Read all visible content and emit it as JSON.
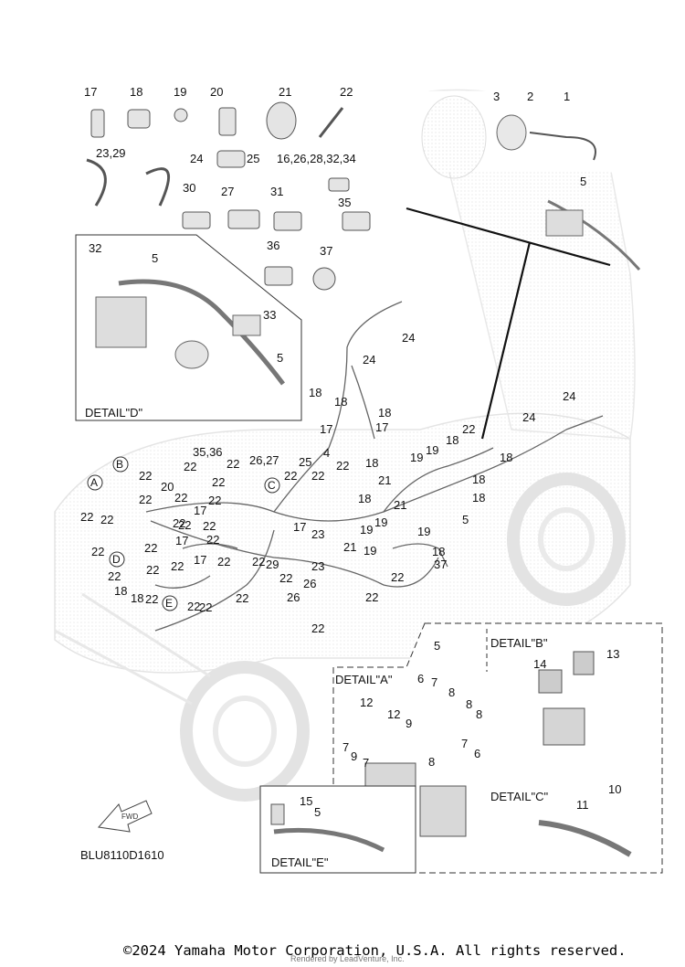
{
  "diagram_code": "BLU8110D1610",
  "copyright": "©2024 Yamaha Motor Corporation, U.S.A. All rights reserved.",
  "watermark": "Rendered by LeadVenture, Inc.",
  "fwd_label": "FWD",
  "detail_labels": {
    "a": "DETAIL\"A\"",
    "b": "DETAIL\"B\"",
    "c": "DETAIL\"C\"",
    "d": "DETAIL\"D\"",
    "e": "DETAIL\"E\""
  },
  "circle_refs": [
    "A",
    "B",
    "C",
    "D",
    "E"
  ],
  "callouts": [
    "17",
    "18",
    "19",
    "20",
    "21",
    "22",
    "23,29",
    "24",
    "25",
    "16,26,28,32,34",
    "30",
    "27",
    "31",
    "35",
    "36",
    "37",
    "3",
    "2",
    "1",
    "5",
    "32",
    "5",
    "33",
    "5",
    "24",
    "24",
    "18",
    "18",
    "18",
    "17",
    "17",
    "18",
    "22",
    "18",
    "19",
    "19",
    "18",
    "18",
    "18",
    "24",
    "24",
    "35,36",
    "26,27",
    "25",
    "4",
    "22",
    "22",
    "22",
    "22",
    "20",
    "22",
    "22",
    "22",
    "22",
    "17",
    "22",
    "22",
    "22",
    "22",
    "22",
    "17",
    "22",
    "17",
    "22",
    "22",
    "22",
    "22",
    "22",
    "22",
    "22",
    "18",
    "18",
    "22",
    "22",
    "22",
    "22",
    "22",
    "17",
    "23",
    "29",
    "22",
    "23",
    "26",
    "26",
    "22",
    "21",
    "21",
    "18",
    "21",
    "5",
    "19",
    "19",
    "19",
    "19",
    "18",
    "37",
    "22",
    "22",
    "22",
    "5",
    "14",
    "13",
    "6",
    "7",
    "8",
    "8",
    "8",
    "12",
    "12",
    "9",
    "7",
    "9",
    "7",
    "8",
    "7",
    "6",
    "10",
    "11",
    "15",
    "5"
  ]
}
